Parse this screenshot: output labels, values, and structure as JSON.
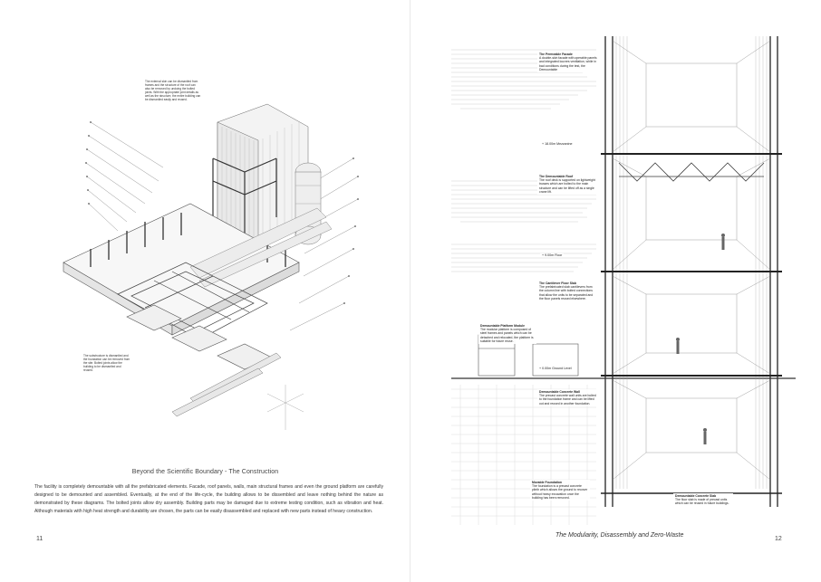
{
  "left_page": {
    "heading": "Beyond the Scientific Boundary - The Construction",
    "body": "The facility is completely demountable with all the prefabricated elements. Facade, roof panels, walls, main structural frames and even the ground platform are carefully designed to be demounted and assembled. Eventually, at the end of the life-cycle, the building allows to be dissembled and leave nothing behind the nature as demonstrated by these diagrams. The bolted joints allow dry assembly. Building parts may be damaged due to extreme testing condition, such as vibration and heat. Although materials with high heat strength and durability are chosen, the parts can be easily disassembled and replaced with new parts instead of heavy construction.",
    "page_number": "11",
    "note_top": "The external skin can be dismantled from frames and the structure of the roof can also be removed by undoing the bolted joints. With the appropriate joint details as well as the structure, the entire building can be dismantled easily and reused.",
    "note_bottom": "The substructure is dismantled and the foundation can be removed from the site. Bolted joints allow the building to be dismantled and reused."
  },
  "right_page": {
    "running_title": "The Modularity, Disassembly and  Zero-Waste",
    "page_number": "12",
    "callouts": [
      {
        "title": "The Permeable Facade",
        "text": "A double-skin facade with operable panels and integrated louvres ventilation, while in bad conditions during the test, the Demountable"
      },
      {
        "title": "The Demountable Roof",
        "text": "The roof deck is supported on lightweight trusses which are bolted to the main structure and can be lifted off as a single crane lift."
      },
      {
        "title": "The Cantilever Floor Slab",
        "text": "The prefabricated slab cantilevers from the column line with bolted connections that allow the units to be separated and the floor panels reused elsewhere."
      },
      {
        "title": "Demountable Platform Module",
        "text": "The modular platform is composed of steel frames and panels which can be detached and relocated, the platform is suitable for future reuse."
      },
      {
        "title": "Demountable Concrete Wall",
        "text": "The precast concrete wall units are bolted to the foundation frame and can be lifted out and reused in another foundation."
      },
      {
        "title": "Movable Foundation",
        "text": "The foundation is a precast concrete plinth which allows the ground to recover without heavy excavation once the building has been removed."
      },
      {
        "title": "Demountable Concrete Slab",
        "text": "The floor slab is made of precast units which can be reused in future buildings."
      }
    ],
    "levels": [
      "+ 18.00m Mezzanine",
      "+ 9.00m Floor",
      "+ 0.00m Ground Level"
    ]
  },
  "colors": {
    "line": "#555555",
    "light_line": "#b8b8b8",
    "text": "#333333"
  }
}
